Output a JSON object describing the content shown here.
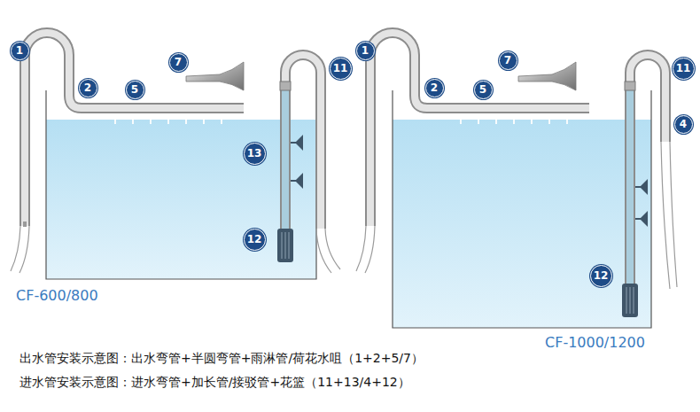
{
  "diagram": {
    "nodes": [
      {
        "text": [
          "1"
        ]
      },
      {
        "text": [
          "2"
        ]
      },
      {
        "text": [
          "5"
        ]
      },
      {
        "text": [
          "7"
        ]
      },
      {
        "text": [
          "11"
        ]
      },
      {
        "text": [
          "13"
        ]
      },
      {
        "text": [
          "12"
        ]
      },
      {
        "text": [
          "1"
        ]
      },
      {
        "text": [
          "2"
        ]
      },
      {
        "text": [
          "5"
        ]
      },
      {
        "text": [
          "7"
        ]
      },
      {
        "text": [
          "11"
        ]
      },
      {
        "text": [
          "4"
        ]
      },
      {
        "text": [
          "12"
        ]
      }
    ],
    "labels": [
      "CF-600/800",
      "CF-1000/1200",
      "出水管安装示意图：出水弯管+半圆弯管+雨淋管/荷花水咀（1+2+5/7）",
      "进水管安装示意图：进水弯管+加长管/接驳管+花篮（11+13/4+12）"
    ]
  }
}
